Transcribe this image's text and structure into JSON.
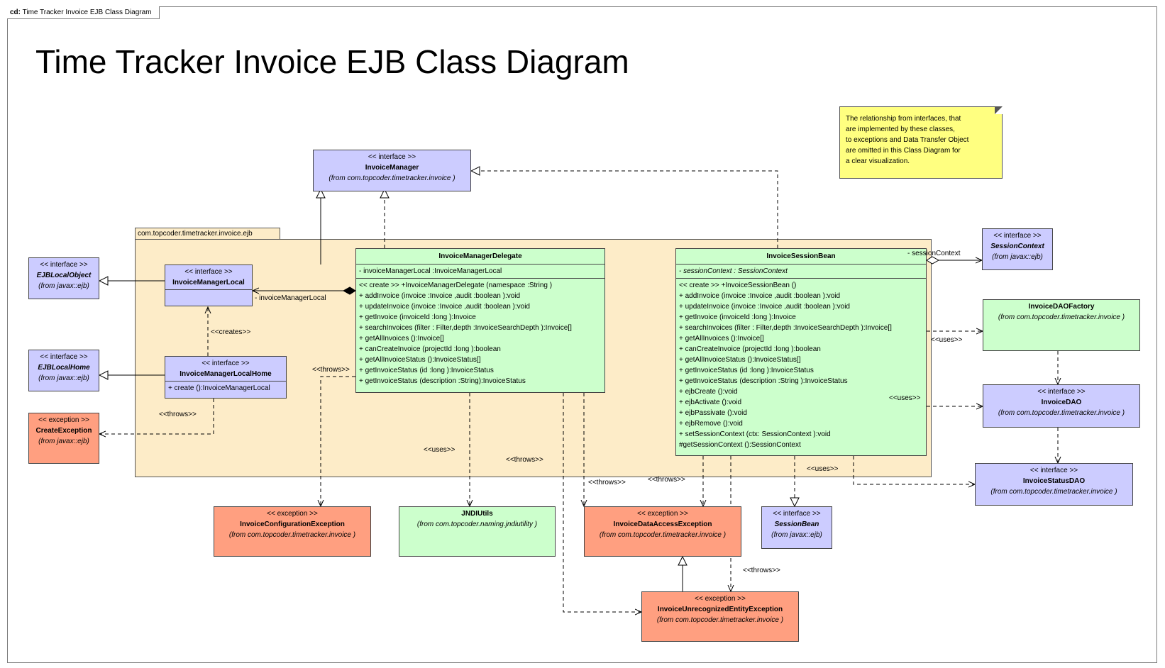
{
  "frame_tab": {
    "kind": "cd:",
    "name": "Time Tracker Invoice EJB Class Diagram"
  },
  "title": "Time Tracker Invoice EJB Class Diagram",
  "package_name": "com.topcoder.timetracker.invoice.ejb",
  "note": [
    "The relationship from interfaces, that",
    "are implemented by these classes,",
    "to exceptions and Data Transfer Object",
    "are omitted in this Class Diagram for",
    "a clear visualization."
  ],
  "colors": {
    "interface": "#ccccff",
    "exception": "#ff9f80",
    "class": "#ccffcc",
    "package": "#fdecc8",
    "note": "#ffff80"
  },
  "classes": {
    "invoice_manager": {
      "stereotype": "<<  interface  >>",
      "name": "InvoiceManager",
      "from": "(from  com.topcoder.timetracker.invoice      )"
    },
    "ejb_local_object": {
      "stereotype": "<<  interface  >>",
      "name": "EJBLocalObject",
      "from": "(from  javax::ejb)"
    },
    "ejb_local_home": {
      "stereotype": "<<  interface  >>",
      "name": "EJBLocalHome",
      "from": "(from  javax::ejb)"
    },
    "create_exception": {
      "stereotype": "<<  exception  >>",
      "name": "CreateException",
      "from": "(from  javax::ejb)"
    },
    "invoice_manager_local": {
      "stereotype": "<<  interface  >>",
      "name": "InvoiceManagerLocal"
    },
    "invoice_manager_local_home": {
      "stereotype": "<<  interface  >>",
      "name": "InvoiceManagerLocalHome",
      "operations": [
        "+ create ():InvoiceManagerLocal"
      ]
    },
    "invoice_manager_delegate": {
      "name": "InvoiceManagerDelegate",
      "attributes": [
        "- invoiceManagerLocal  :InvoiceManagerLocal"
      ],
      "operations": [
        "<<  create  >>  +InvoiceManagerDelegate  (namespace :String )",
        "+ addInvoice (invoice :Invoice ,audit :boolean ):void",
        "+ updateInvoice  (invoice :Invoice ,audit :boolean ):void",
        "+ getInvoice (invoiceId :long ):Invoice",
        "+ searchInvoices (filter : Filter,depth :InvoiceSearchDepth ):Invoice[]",
        "+ getAllInvoices  ():Invoice[]",
        "+ canCreateInvoice (projectId  :long ):boolean",
        "+ getAllInvoiceStatus  ():InvoiceStatus[]",
        "+ getInvoiceStatus (id :long ):InvoiceStatus",
        "+ getInvoiceStatus  (description  :String):InvoiceStatus"
      ]
    },
    "invoice_session_bean": {
      "name": "InvoiceSessionBean",
      "attributes": [
        "- sessionContext  : SessionContext"
      ],
      "operations": [
        "<<  create  >>  +InvoiceSessionBean ()",
        "+ addInvoice (invoice :Invoice ,audit :boolean ):void",
        "+ updateInvoice  (invoice :Invoice ,audit :boolean ):void",
        "+ getInvoice (invoiceId :long ):Invoice",
        "+ searchInvoices  (filter : Filter,depth :InvoiceSearchDepth ):Invoice[]",
        "+ getAllInvoices  ():Invoice[]",
        "+ canCreateInvoice  (projectId :long ):boolean",
        "+ getAllInvoiceStatus  ():InvoiceStatus[]",
        "+ getInvoiceStatus (id :long ):InvoiceStatus",
        "+ getInvoiceStatus (description  :String ):InvoiceStatus",
        "+ ejbCreate ():void",
        "+ ejbActivate ():void",
        "+ ejbPassivate ():void",
        "+ ejbRemove ():void",
        "+ setSessionContext  (ctx: SessionContext ):void",
        "#getSessionContext  ():SessionContext"
      ]
    },
    "session_context": {
      "stereotype": "<<  interface  >>",
      "name": "SessionContext",
      "from": "(from  javax::ejb)"
    },
    "invoice_dao_factory": {
      "name": "InvoiceDAOFactory",
      "from": "(from  com.topcoder.timetracker.invoice       )"
    },
    "invoice_dao": {
      "stereotype": "<<  interface  >>",
      "name": "InvoiceDAO",
      "from": "(from  com.topcoder.timetracker.invoice      )"
    },
    "invoice_status_dao": {
      "stereotype": "<<  interface  >>",
      "name": "InvoiceStatusDAO",
      "from": "(from  com.topcoder.timetracker.invoice      )"
    },
    "invoice_configuration_exception": {
      "stereotype": "<<  exception  >>",
      "name": "InvoiceConfigurationException",
      "from": "(from  com.topcoder.timetracker.invoice      )"
    },
    "jndi_utils": {
      "name": "JNDIUtils",
      "from": "(from  com.topcoder.naming.jndiutility      )"
    },
    "invoice_data_access_exception": {
      "stereotype": "<<  exception  >>",
      "name": "InvoiceDataAccessException",
      "from": "(from  com.topcoder.timetracker.invoice      )"
    },
    "session_bean": {
      "stereotype": "<<  interface  >>",
      "name": "SessionBean",
      "from": "(from  javax::ejb)"
    },
    "invoice_unrecognized_entity_exception": {
      "stereotype": "<<  exception  >>",
      "name": "InvoiceUnrecognizedEntityException",
      "from": "(from  com.topcoder.timetracker.invoice      )"
    }
  },
  "labels": {
    "invoice_manager_local_role": "- invoiceManagerLocal",
    "session_context_role": "- sessionContext",
    "creates": "<<creates>>",
    "throws_home": "<<throws>>",
    "throws_delegate_1": "<<throws>>",
    "uses_jndi": "<<uses>>",
    "throws_delegate_2": "<<throws>>",
    "throws_delegate_3": "<<throws>>",
    "throws_bean_1": "<<throws>>",
    "uses_factory": "<<uses>>",
    "uses_dao": "<<uses>>",
    "uses_status_dao": "<<uses>>",
    "throws_bean_2": "<<throws>>"
  }
}
